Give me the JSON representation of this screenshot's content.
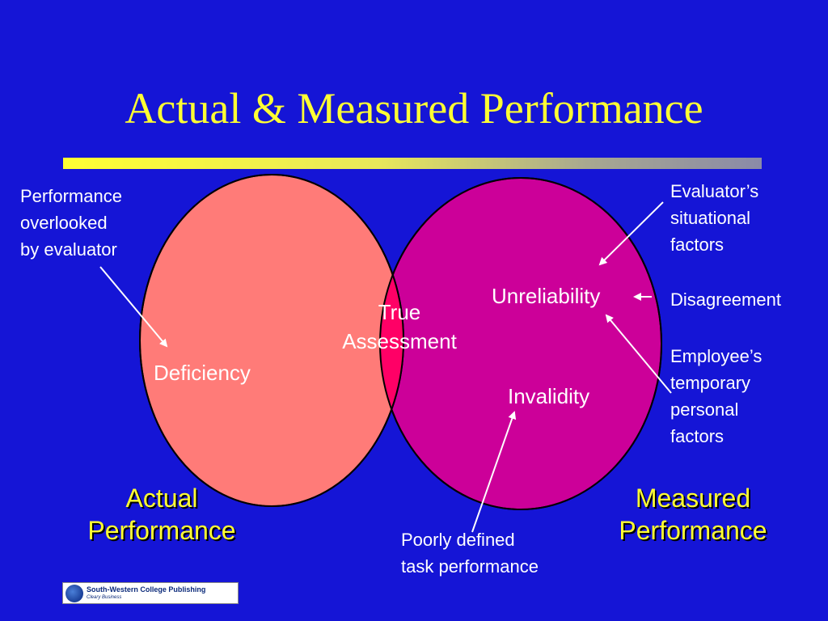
{
  "title": "Actual & Measured Performance",
  "colors": {
    "background": "#1515d6",
    "title": "#ffff33",
    "actual_circle": "#ff7b78",
    "measured_circle": "#cc0099",
    "overlap": "#ff0066",
    "text": "#ffffff"
  },
  "regions": {
    "deficiency": "Deficiency",
    "true_assessment": "True\nAssessment",
    "unreliability": "Unreliability",
    "invalidity": "Invalidity"
  },
  "annotations": {
    "performance_overlooked": "Performance\noverlooked\nby evaluator",
    "evaluator_factors": "Evaluator’s\nsituational\nfactors",
    "disagreement": "Disagreement",
    "employee_factors": "Employee’s\ntemporary\npersonal\nfactors",
    "poorly_defined": "Poorly defined\ntask performance"
  },
  "labels": {
    "actual": "Actual\nPerformance",
    "measured": "Measured\nPerformance"
  },
  "logo": {
    "main": "South-Western College Publishing",
    "sub": "Cleary Business"
  }
}
